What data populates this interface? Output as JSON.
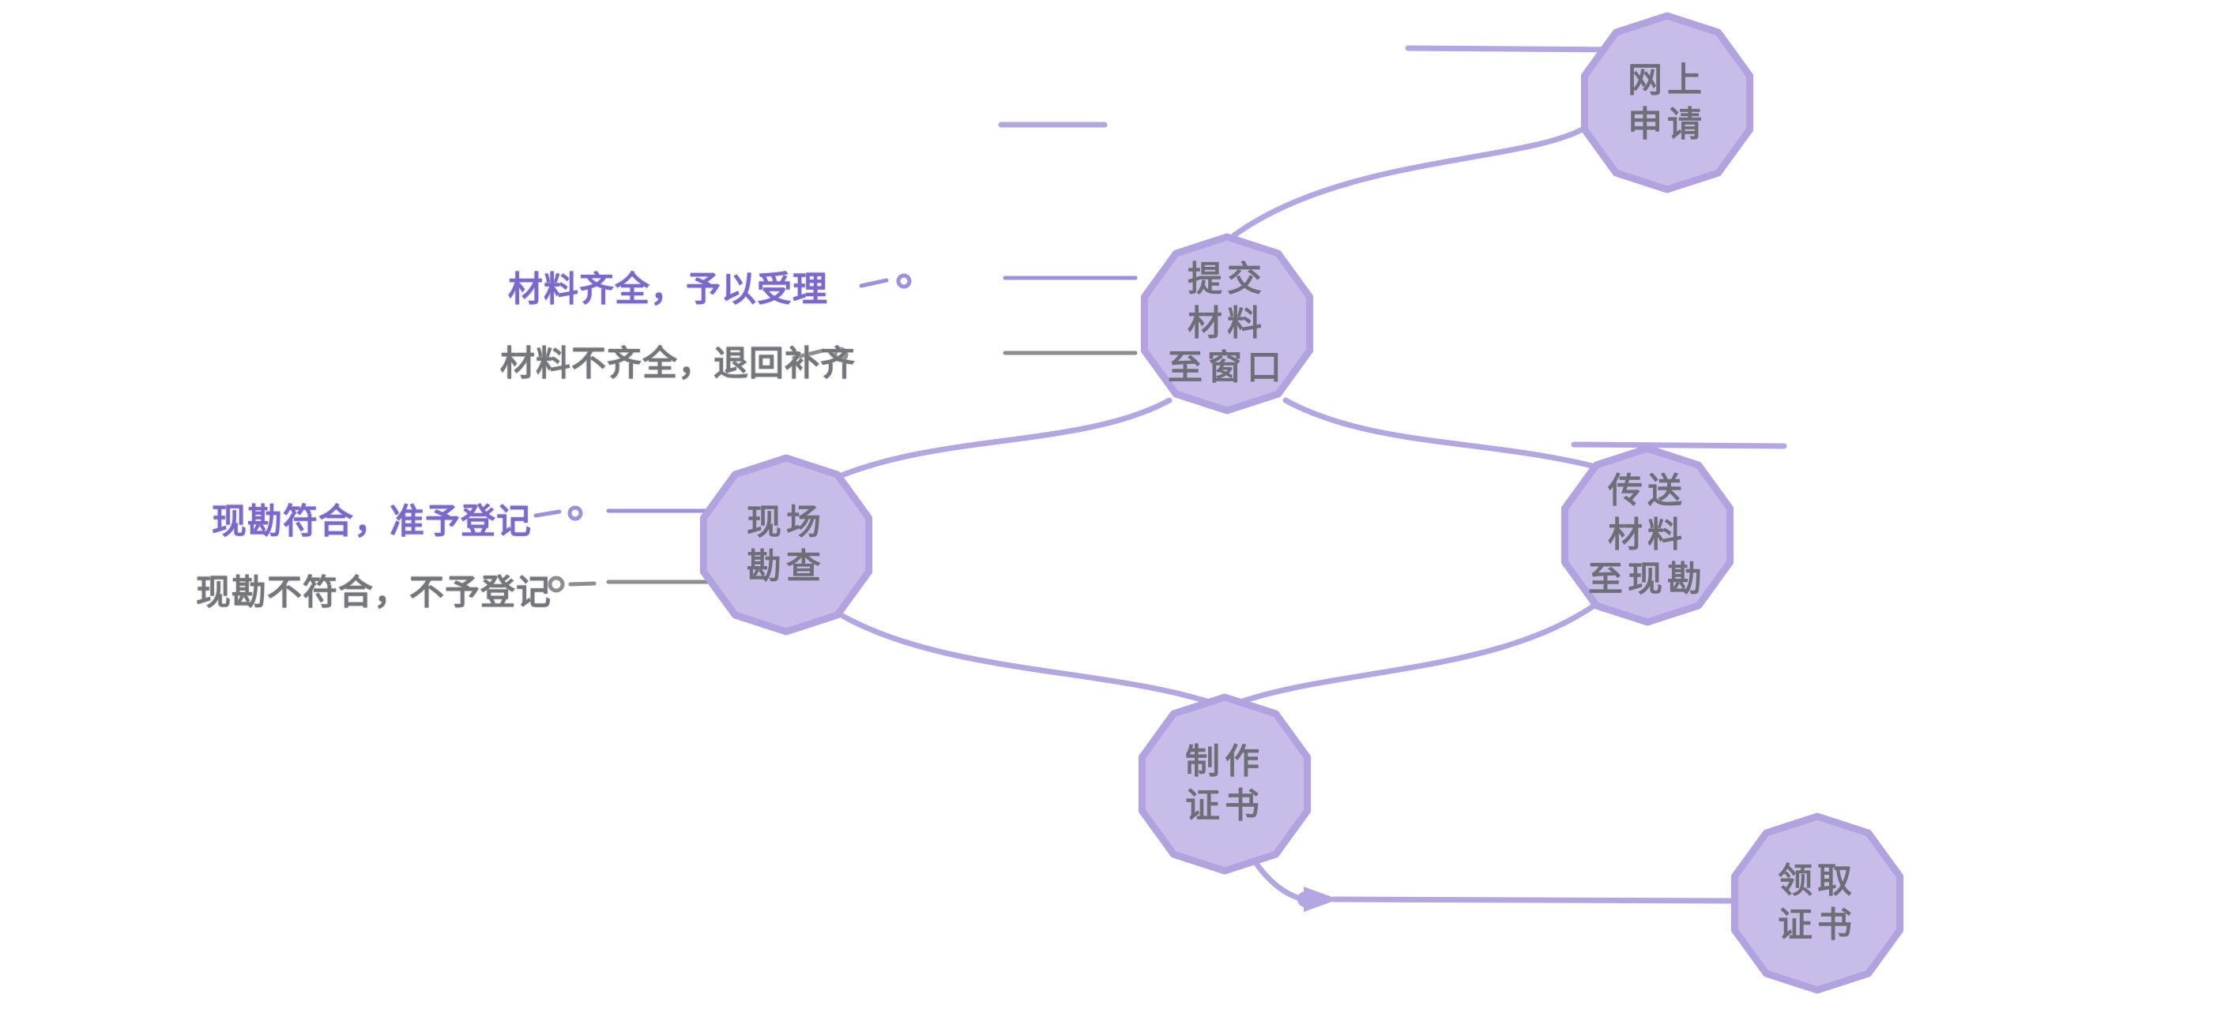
{
  "diagram": {
    "nodes": [
      {
        "id": "online-apply",
        "label": "网上\n申请"
      },
      {
        "id": "submit-to-window",
        "label": "提交\n材料\n至窗口"
      },
      {
        "id": "site-survey",
        "label": "现场\n勘查"
      },
      {
        "id": "send-to-survey",
        "label": "传送\n材料\n至现勘"
      },
      {
        "id": "make-certificate",
        "label": "制作\n证书"
      },
      {
        "id": "collect-certificate",
        "label": "领取\n证书"
      }
    ],
    "edge_labels": [
      {
        "id": "materials-complete",
        "text": "材料齐全，予以受理"
      },
      {
        "id": "materials-incomplete",
        "text": "材料不齐全，退回补齐"
      },
      {
        "id": "survey-pass",
        "text": "现勘符合，准予登记"
      },
      {
        "id": "survey-fail",
        "text": "现勘不符合，不予登记"
      }
    ],
    "colors": {
      "node_fill": "#c8bce9",
      "node_border": "#b2a2e0",
      "node_text": "#6e6e76",
      "connector": "#b4a5e3",
      "label_purple": "#7b68c9",
      "label_gray": "#75757c"
    }
  }
}
